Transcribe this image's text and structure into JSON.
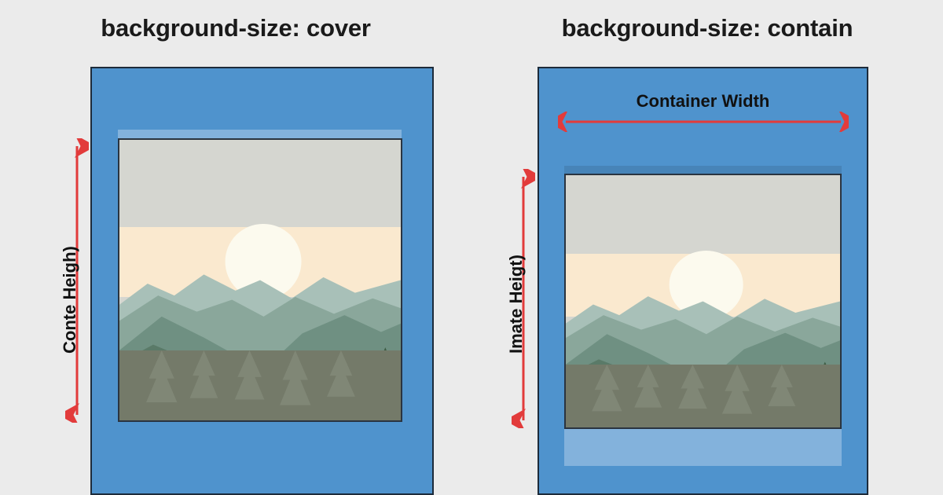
{
  "background_color": "#ebebeb",
  "panels": [
    {
      "id": "cover",
      "title": "background-size: cover",
      "container_color": "#4f93cd",
      "band_color": "#83b2dc",
      "dimension_label": "Conte Heigh)",
      "arrow_color": "#e23b3b"
    },
    {
      "id": "contain",
      "title": "background-size: contain",
      "container_color": "#4f93cd",
      "band_color": "#83b2dc",
      "dimension_label": "Imate Heigt)",
      "width_label": "Container Width",
      "arrow_color": "#e23b3b"
    }
  ],
  "scene": {
    "name": "mountain-sunrise-landscape",
    "sky_gray": "#d5d6d0",
    "sky_cream": "#fae9cf",
    "sun_color": "#fcfaee",
    "mountain_colors": [
      "#b6ccc4",
      "#9dbab0",
      "#86a79a",
      "#6f9082",
      "#5a7a68",
      "#48654f"
    ],
    "tree_color": "#3e5c44",
    "water_color": "#6f7568"
  }
}
